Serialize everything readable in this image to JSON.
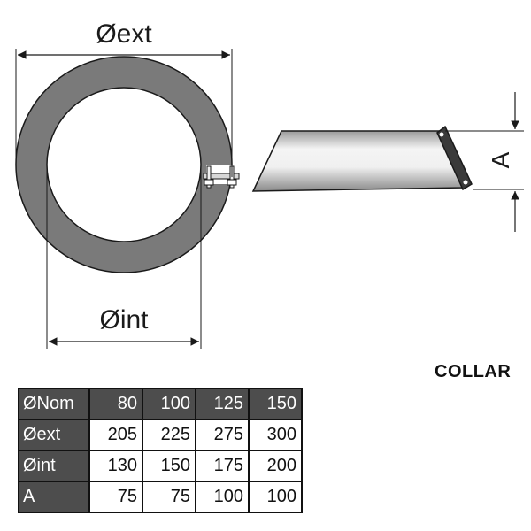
{
  "drawing": {
    "ext_label": "Øext",
    "int_label": "Øint",
    "a_label": "A",
    "colors": {
      "ring": "#7a7a7a",
      "line": "#1a1a1a",
      "pipe_light": "#e8e8e8",
      "band": "#3a3a3a"
    }
  },
  "title": "COLLAR",
  "table": {
    "header": {
      "label": "ØNom",
      "values": [
        "80",
        "100",
        "125",
        "150"
      ]
    },
    "rows": [
      {
        "label": "Øext",
        "values": [
          "205",
          "225",
          "275",
          "300"
        ]
      },
      {
        "label": "Øint",
        "values": [
          "130",
          "150",
          "175",
          "200"
        ]
      },
      {
        "label": "A",
        "values": [
          "75",
          "75",
          "100",
          "100"
        ]
      }
    ]
  }
}
